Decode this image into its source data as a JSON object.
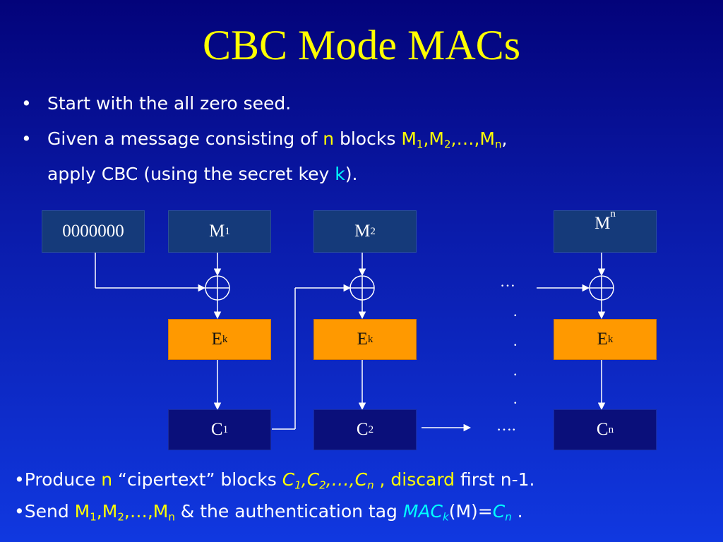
{
  "slide": {
    "title": "CBC Mode MACs",
    "bullet1": "Start with the all zero seed.",
    "bullet2": {
      "text1": "Given a message consisting of ",
      "n": "n",
      "text2": " blocks ",
      "m1": "M",
      "sub1": "1",
      "sep1": ",M",
      "sub2": "2",
      "sep2": ",…,M",
      "subn": "n",
      "end": ",",
      "line2a": "apply CBC (using the secret key ",
      "k": "k",
      "line2b": ")."
    },
    "bullet_marker": "•"
  },
  "diagram": {
    "seed": "0000000",
    "m1": "M",
    "m1_sub": "1",
    "m2": "M",
    "m2_sub": "2",
    "mn": "M",
    "mn_sub": "n",
    "e": "E",
    "e_sub": "k",
    "c1": "C",
    "c1_sub": "1",
    "c2": "C",
    "c2_sub": "2",
    "cn": "C",
    "cn_sub": "n",
    "dots_top": "…",
    "dot": ".",
    "dots_bottom": "…."
  },
  "footer": {
    "line1": {
      "a": "•Produce ",
      "n": "n",
      "b": " “cipertext” blocks ",
      "c": "C",
      "s1": "1",
      "c2": ",C",
      "s2": "2",
      "c3": ",…,C",
      "sn": "n",
      "c4": " , discard",
      "d": " first n-1."
    },
    "line2": {
      "a": "•Send ",
      "m": "M",
      "s1": "1",
      "m2": ",M",
      "s2": "2",
      "m3": ",…,M",
      "sn": "n",
      "b": "  &  the authentication tag   ",
      "mac": "MAC",
      "k": "k",
      "p": "(M)=",
      "cn": "C",
      "cns": "n",
      "end": " ."
    }
  }
}
